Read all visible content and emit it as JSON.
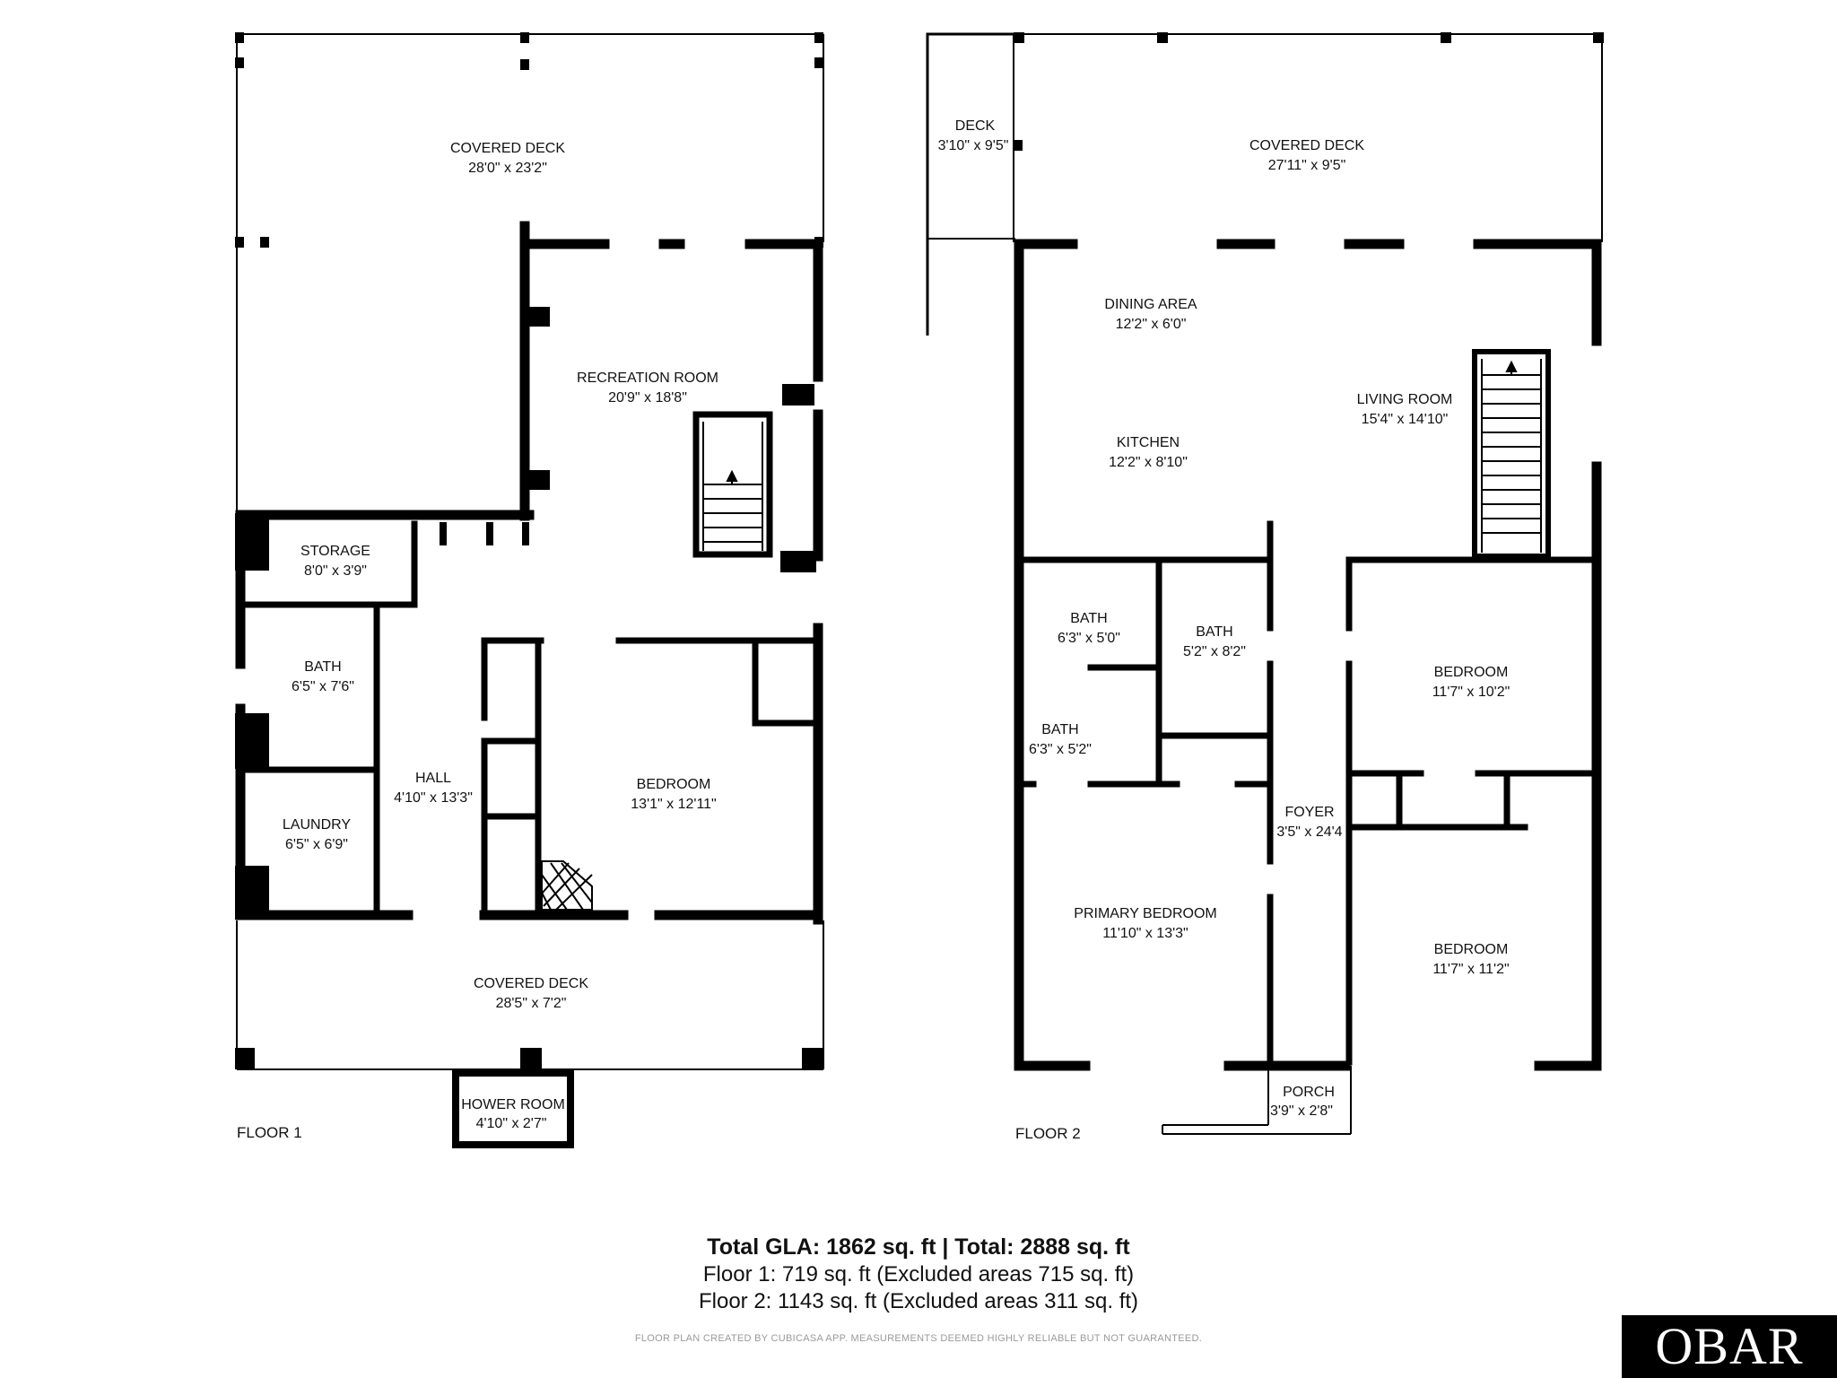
{
  "floors": [
    {
      "label": "FLOOR 1",
      "rooms": [
        {
          "name": "COVERED DECK",
          "dims": "28'0\" x 23'2\""
        },
        {
          "name": "RECREATION ROOM",
          "dims": "20'9\" x 18'8\""
        },
        {
          "name": "STORAGE",
          "dims": "8'0\" x 3'9\""
        },
        {
          "name": "BATH",
          "dims": "6'5\" x 7'6\""
        },
        {
          "name": "HALL",
          "dims": "4'10\" x 13'3\""
        },
        {
          "name": "LAUNDRY",
          "dims": "6'5\" x 6'9\""
        },
        {
          "name": "BEDROOM",
          "dims": "13'1\" x 12'11\""
        },
        {
          "name": "COVERED DECK",
          "dims": "28'5\" x 7'2\""
        },
        {
          "name": "HOWER ROOM",
          "dims": "4'10\" x 2'7\""
        }
      ]
    },
    {
      "label": "FLOOR 2",
      "rooms": [
        {
          "name": "DECK",
          "dims": "3'10\" x 9'5\""
        },
        {
          "name": "COVERED DECK",
          "dims": "27'11\" x 9'5\""
        },
        {
          "name": "DINING AREA",
          "dims": "12'2\" x 6'0\""
        },
        {
          "name": "KITCHEN",
          "dims": "12'2\" x 8'10\""
        },
        {
          "name": "LIVING ROOM",
          "dims": "15'4\" x 14'10\""
        },
        {
          "name": "BATH",
          "dims": "6'3\" x 5'0\""
        },
        {
          "name": "BATH",
          "dims": "5'2\" x 8'2\""
        },
        {
          "name": "BATH",
          "dims": "6'3\" x 5'2\""
        },
        {
          "name": "BEDROOM",
          "dims": "11'7\" x 10'2\""
        },
        {
          "name": "FOYER",
          "dims": "3'5\" x 24'4"
        },
        {
          "name": "PRIMARY BEDROOM",
          "dims": "11'10\" x 13'3\""
        },
        {
          "name": "BEDROOM",
          "dims": "11'7\" x 11'2\""
        },
        {
          "name": "PORCH",
          "dims": "3'9\" x 2'8\""
        }
      ]
    }
  ],
  "summary": {
    "total": "Total GLA: 1862 sq. ft | Total: 2888 sq. ft",
    "floor1": "Floor 1: 719 sq. ft (Excluded areas 715 sq. ft)",
    "floor2": "Floor 2: 1143 sq. ft (Excluded areas 311 sq. ft)",
    "disclaimer": "FLOOR PLAN CREATED BY CUBICASA APP. MEASUREMENTS DEEMED HIGHLY RELIABLE BUT NOT GUARANTEED."
  },
  "logo": "OBAR"
}
